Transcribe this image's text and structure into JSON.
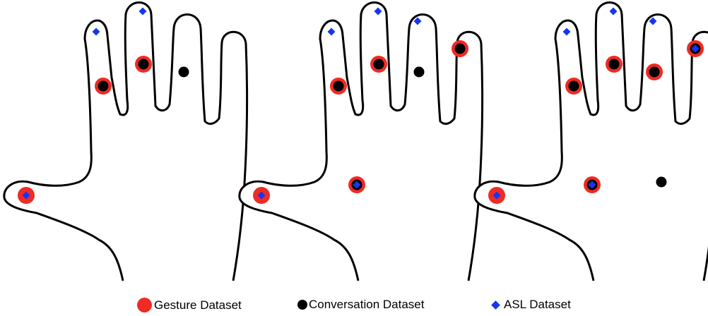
{
  "colors": {
    "gesture": "#f02a24",
    "conversation": "#000000",
    "asl": "#1636f2",
    "outline": "#000000"
  },
  "legend": {
    "gesture": "Gesture Dataset",
    "conversation": "Conversation Dataset",
    "asl": "ASL Dataset"
  },
  "panels": [
    {
      "id": "left",
      "markers": {
        "thumb": [
          "gesture",
          "asl"
        ],
        "index_tip": [
          "asl"
        ],
        "index_mid": [
          "gesture",
          "conversation"
        ],
        "middle_tip": [
          "asl"
        ],
        "middle_mid": [
          "gesture",
          "conversation"
        ],
        "ring_mid": [
          "conversation"
        ]
      }
    },
    {
      "id": "middle",
      "markers": {
        "thumb": [
          "gesture",
          "asl"
        ],
        "index_tip": [
          "asl"
        ],
        "index_mid": [
          "gesture",
          "conversation"
        ],
        "middle_tip": [
          "asl"
        ],
        "middle_mid": [
          "gesture",
          "conversation"
        ],
        "ring_tip": [
          "asl"
        ],
        "ring_mid": [
          "conversation"
        ],
        "pinky_tip": [
          "gesture",
          "conversation"
        ],
        "palm": [
          "gesture",
          "conversation",
          "asl"
        ]
      }
    },
    {
      "id": "right",
      "markers": {
        "thumb": [
          "gesture",
          "asl"
        ],
        "index_tip": [
          "asl"
        ],
        "index_mid": [
          "gesture",
          "conversation"
        ],
        "middle_tip": [
          "asl"
        ],
        "middle_mid": [
          "gesture",
          "conversation"
        ],
        "ring_tip": [
          "asl"
        ],
        "ring_mid": [
          "gesture",
          "conversation"
        ],
        "pinky_tip": [
          "gesture",
          "conversation",
          "asl"
        ],
        "palm": [
          "gesture",
          "conversation",
          "asl"
        ],
        "palm_right": [
          "conversation"
        ]
      }
    }
  ]
}
